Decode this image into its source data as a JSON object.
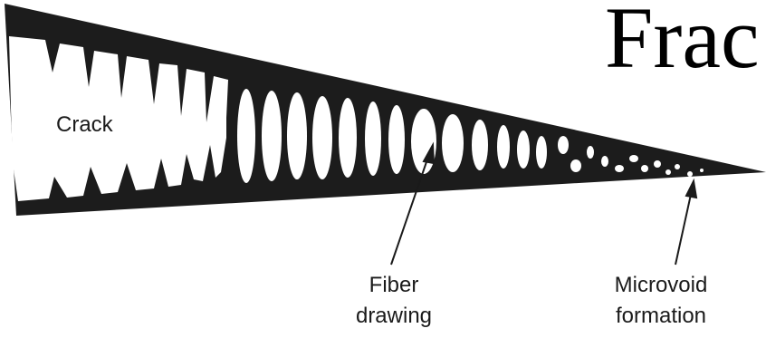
{
  "diagram": {
    "title_fragment": "Frac",
    "labels": {
      "crack": "Crack",
      "fiber_drawing_line1": "Fiber",
      "fiber_drawing_line2": "drawing",
      "microvoid_line1": "Microvoid",
      "microvoid_line2": "formation"
    },
    "colors": {
      "wedge": "#1c1c1c",
      "voids": "#ffffff",
      "text": "#1a1a1a"
    }
  }
}
